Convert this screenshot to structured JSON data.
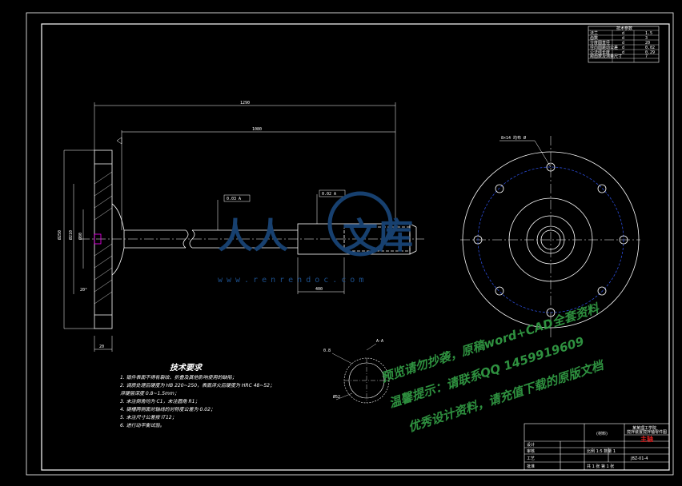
{
  "param_table": {
    "header": "技术参数",
    "rows": [
      [
        "法兰",
        "d",
        "1.5"
      ],
      [
        "齿数",
        "d",
        "3"
      ],
      [
        "分度圆直径",
        "d",
        "20"
      ],
      [
        "径向圆跳动公差",
        "d",
        "0.02"
      ],
      [
        "公法线长度",
        "d",
        "0.29"
      ],
      [
        "跨齿数及测量尺寸",
        "",
        "7"
      ]
    ]
  },
  "dimensions": {
    "overall_length": "1290",
    "shaft_length": "1080",
    "flange_od": "Ø250",
    "flange_pcd": "Ø210",
    "hub_d": "Ø80",
    "shaft_seg": "400",
    "flange_thk": "20",
    "chamfer": "20°"
  },
  "tolerances": {
    "gdt1": "0.03 A",
    "gdt2": "0.02 A",
    "hole_callout": "8×14 均布 Ø"
  },
  "tech_requirements": {
    "title": "技术要求",
    "items": [
      "1. 锻件表面不得有裂纹、折叠及其他影响使用的缺陷；",
      "2. 调质处理后硬度为 HB 220~250，表面淬火后硬度为 HRC 48~52；",
      "   淬硬层深度 0.8~1.5mm；",
      "3. 未注倒角均为 C1，未注圆角 R1；",
      "4. 键槽两侧面对轴线的对称度公差为 0.02；",
      "5. 未注尺寸公差按 IT12；",
      "6. 进行动平衡试验。"
    ]
  },
  "section": {
    "label": "A-A",
    "dims": [
      "Ø52",
      "0.8"
    ]
  },
  "title_block": {
    "top_label": "(材料)",
    "school": "某某理工学院",
    "drawing_name": "搅拌装置搅拌轴零件图",
    "part_label": "主轴",
    "drawing_no": "JBZ-01-4",
    "scale_row": "比例 1:5  数量 1",
    "sheet": "共 1 张  第 1 张",
    "roles": [
      "设计",
      "审核",
      "工艺",
      "批准"
    ]
  },
  "watermark": {
    "logo_left": "人人",
    "logo_right": "文库",
    "url": "www.renrendoc.com",
    "line1": "预览请勿抄袭，原稿word+CAD全套资料",
    "line2": "温馨提示：请联系QQ 1459919609",
    "line3": "优秀设计资料，请充值下载的原版文档"
  },
  "colors": {
    "background": "#000000",
    "line": "#ffffff",
    "hidden_circle": "#2a4bd6",
    "hatch": "#ff00ff",
    "watermark_green": "#33a046",
    "watermark_blue": "#17406f"
  }
}
